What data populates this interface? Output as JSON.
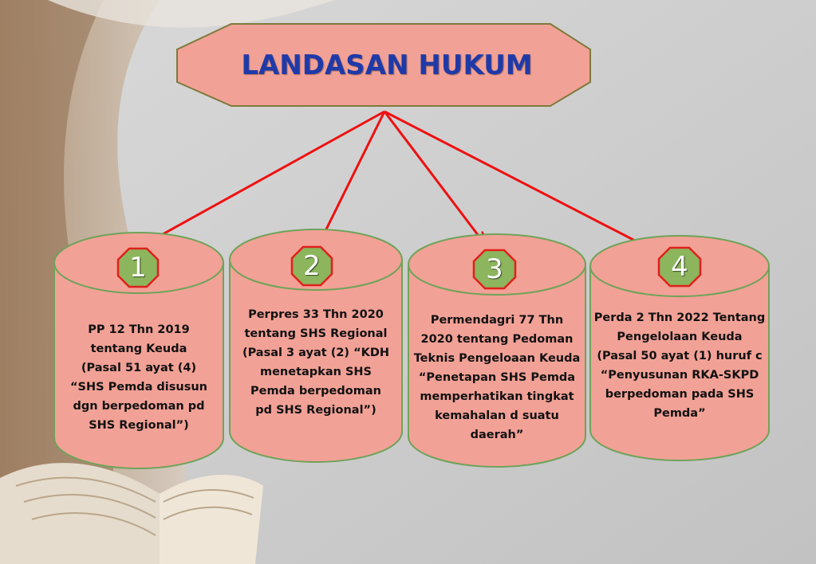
{
  "title": "LANDASAN HUKUM",
  "items": [
    {
      "number": "1",
      "lines": [
        "PP 12 Thn 2019",
        "tentang Keuda",
        "(Pasal 51 ayat (4)",
        "“SHS Pemda disusun",
        "dgn berpedoman pd",
        "SHS Regional”)"
      ]
    },
    {
      "number": "2",
      "lines": [
        "Perpres 33 Thn 2020",
        "tentang SHS Regional",
        "(Pasal 3 ayat (2) “KDH",
        "menetapkan SHS",
        "Pemda berpedoman",
        "pd SHS Regional”)"
      ]
    },
    {
      "number": "3",
      "lines": [
        "Permendagri 77 Thn",
        "2020 tentang Pedoman",
        "Teknis Pengeloaan Keuda",
        "“Penetapan SHS Pemda",
        "memperhatikan tingkat",
        "kemahalan d suatu",
        "daerah”"
      ]
    },
    {
      "number": "4",
      "lines": [
        "Perda 2 Thn 2022 Tentang",
        "Pengelolaan Keuda",
        "(Pasal 50 ayat (1) huruf c",
        "“Penyusunan RKA-SKPD",
        "berpedoman pada SHS",
        "Pemda”"
      ]
    }
  ],
  "colors": {
    "cylinder_fill": "#f2a196",
    "cylinder_stroke": "#6fa35a",
    "badge_fill": "#8cb55e",
    "badge_stroke": "#e0201a",
    "arrow": "#ee1010",
    "title_fill": "#f2a196",
    "title_text": "#1f3aa8"
  }
}
